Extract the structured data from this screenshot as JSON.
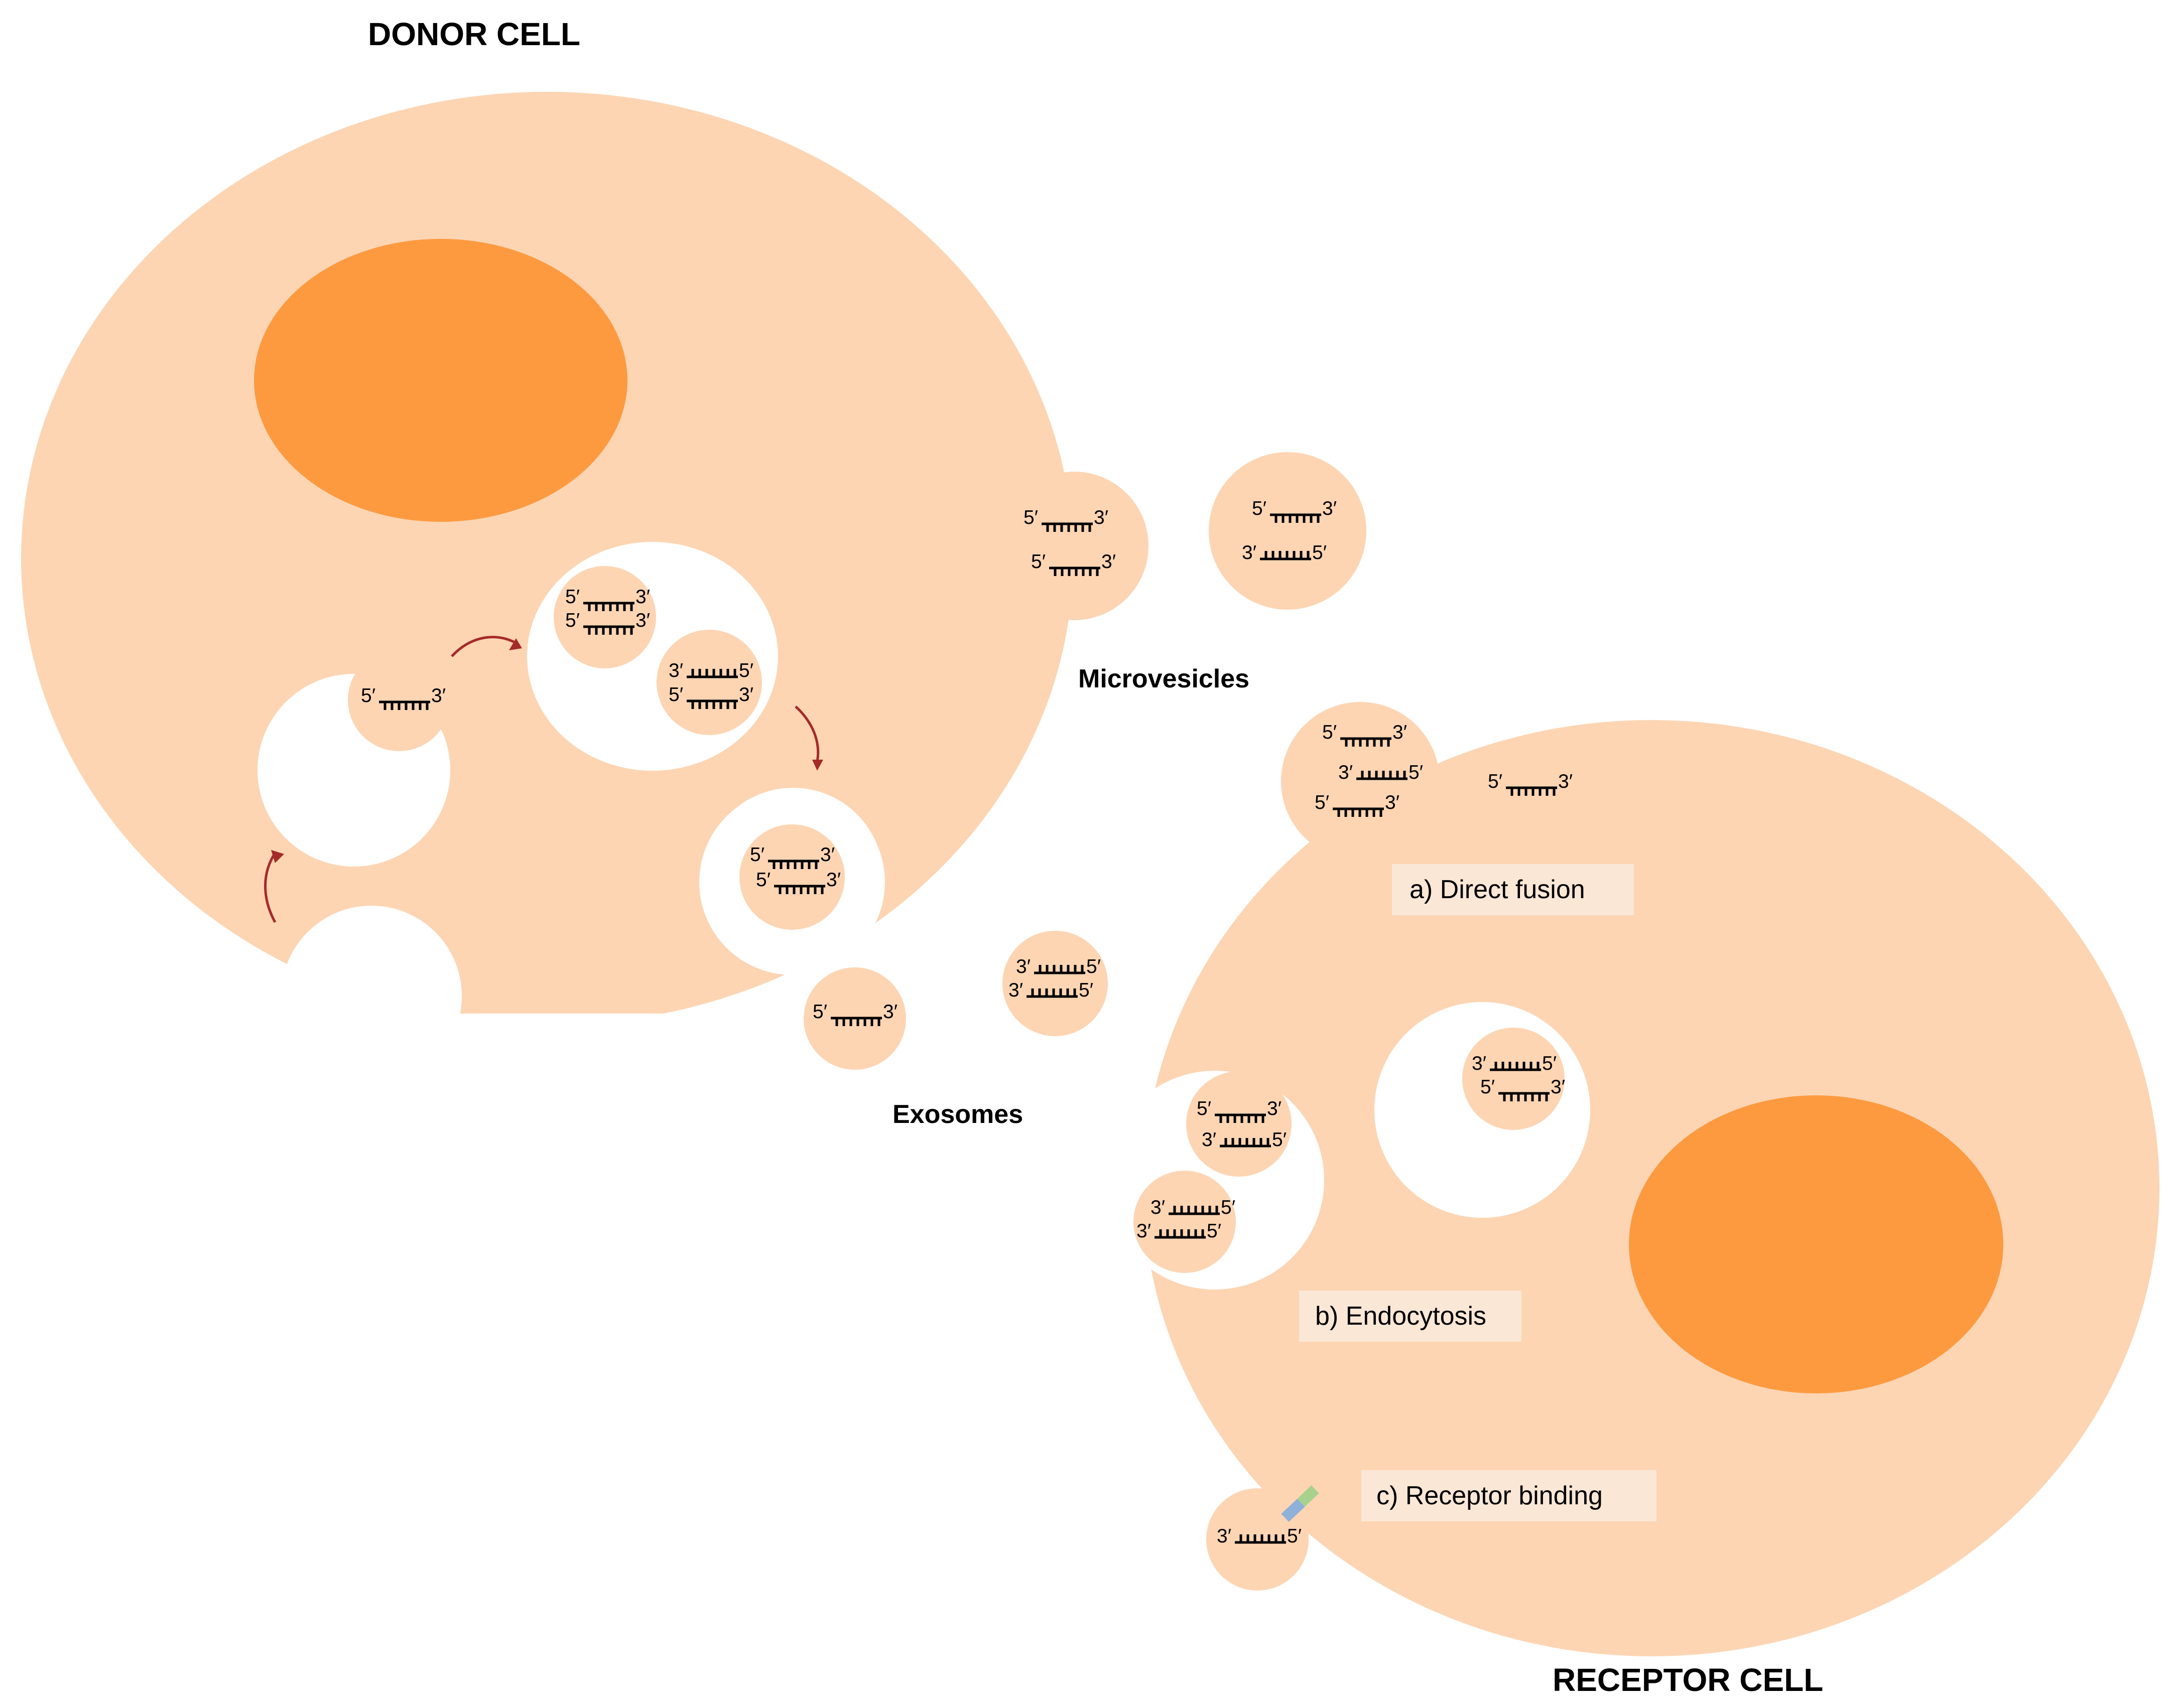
{
  "titles": {
    "donor": "DONOR CELL",
    "receptor": "RECEPTOR CELL"
  },
  "labels": {
    "microvesicles": "Microvesicles",
    "exosomes": "Exosomes"
  },
  "mechanisms": {
    "direct_fusion": "a)   Direct fusion",
    "endocytosis": "b)   Endocytosis",
    "receptor_binding": "c)   Receptor binding"
  },
  "strand_labels": {
    "five_prime": "5′",
    "three_prime": "3′"
  },
  "colors": {
    "cytoplasm": "#fdd5b3",
    "nucleus": "#fd9a40",
    "background": "#ffffff",
    "arrow": "#a52a2a",
    "receptor_blue": "#8fb0d8",
    "receptor_green": "#a9d18e"
  }
}
